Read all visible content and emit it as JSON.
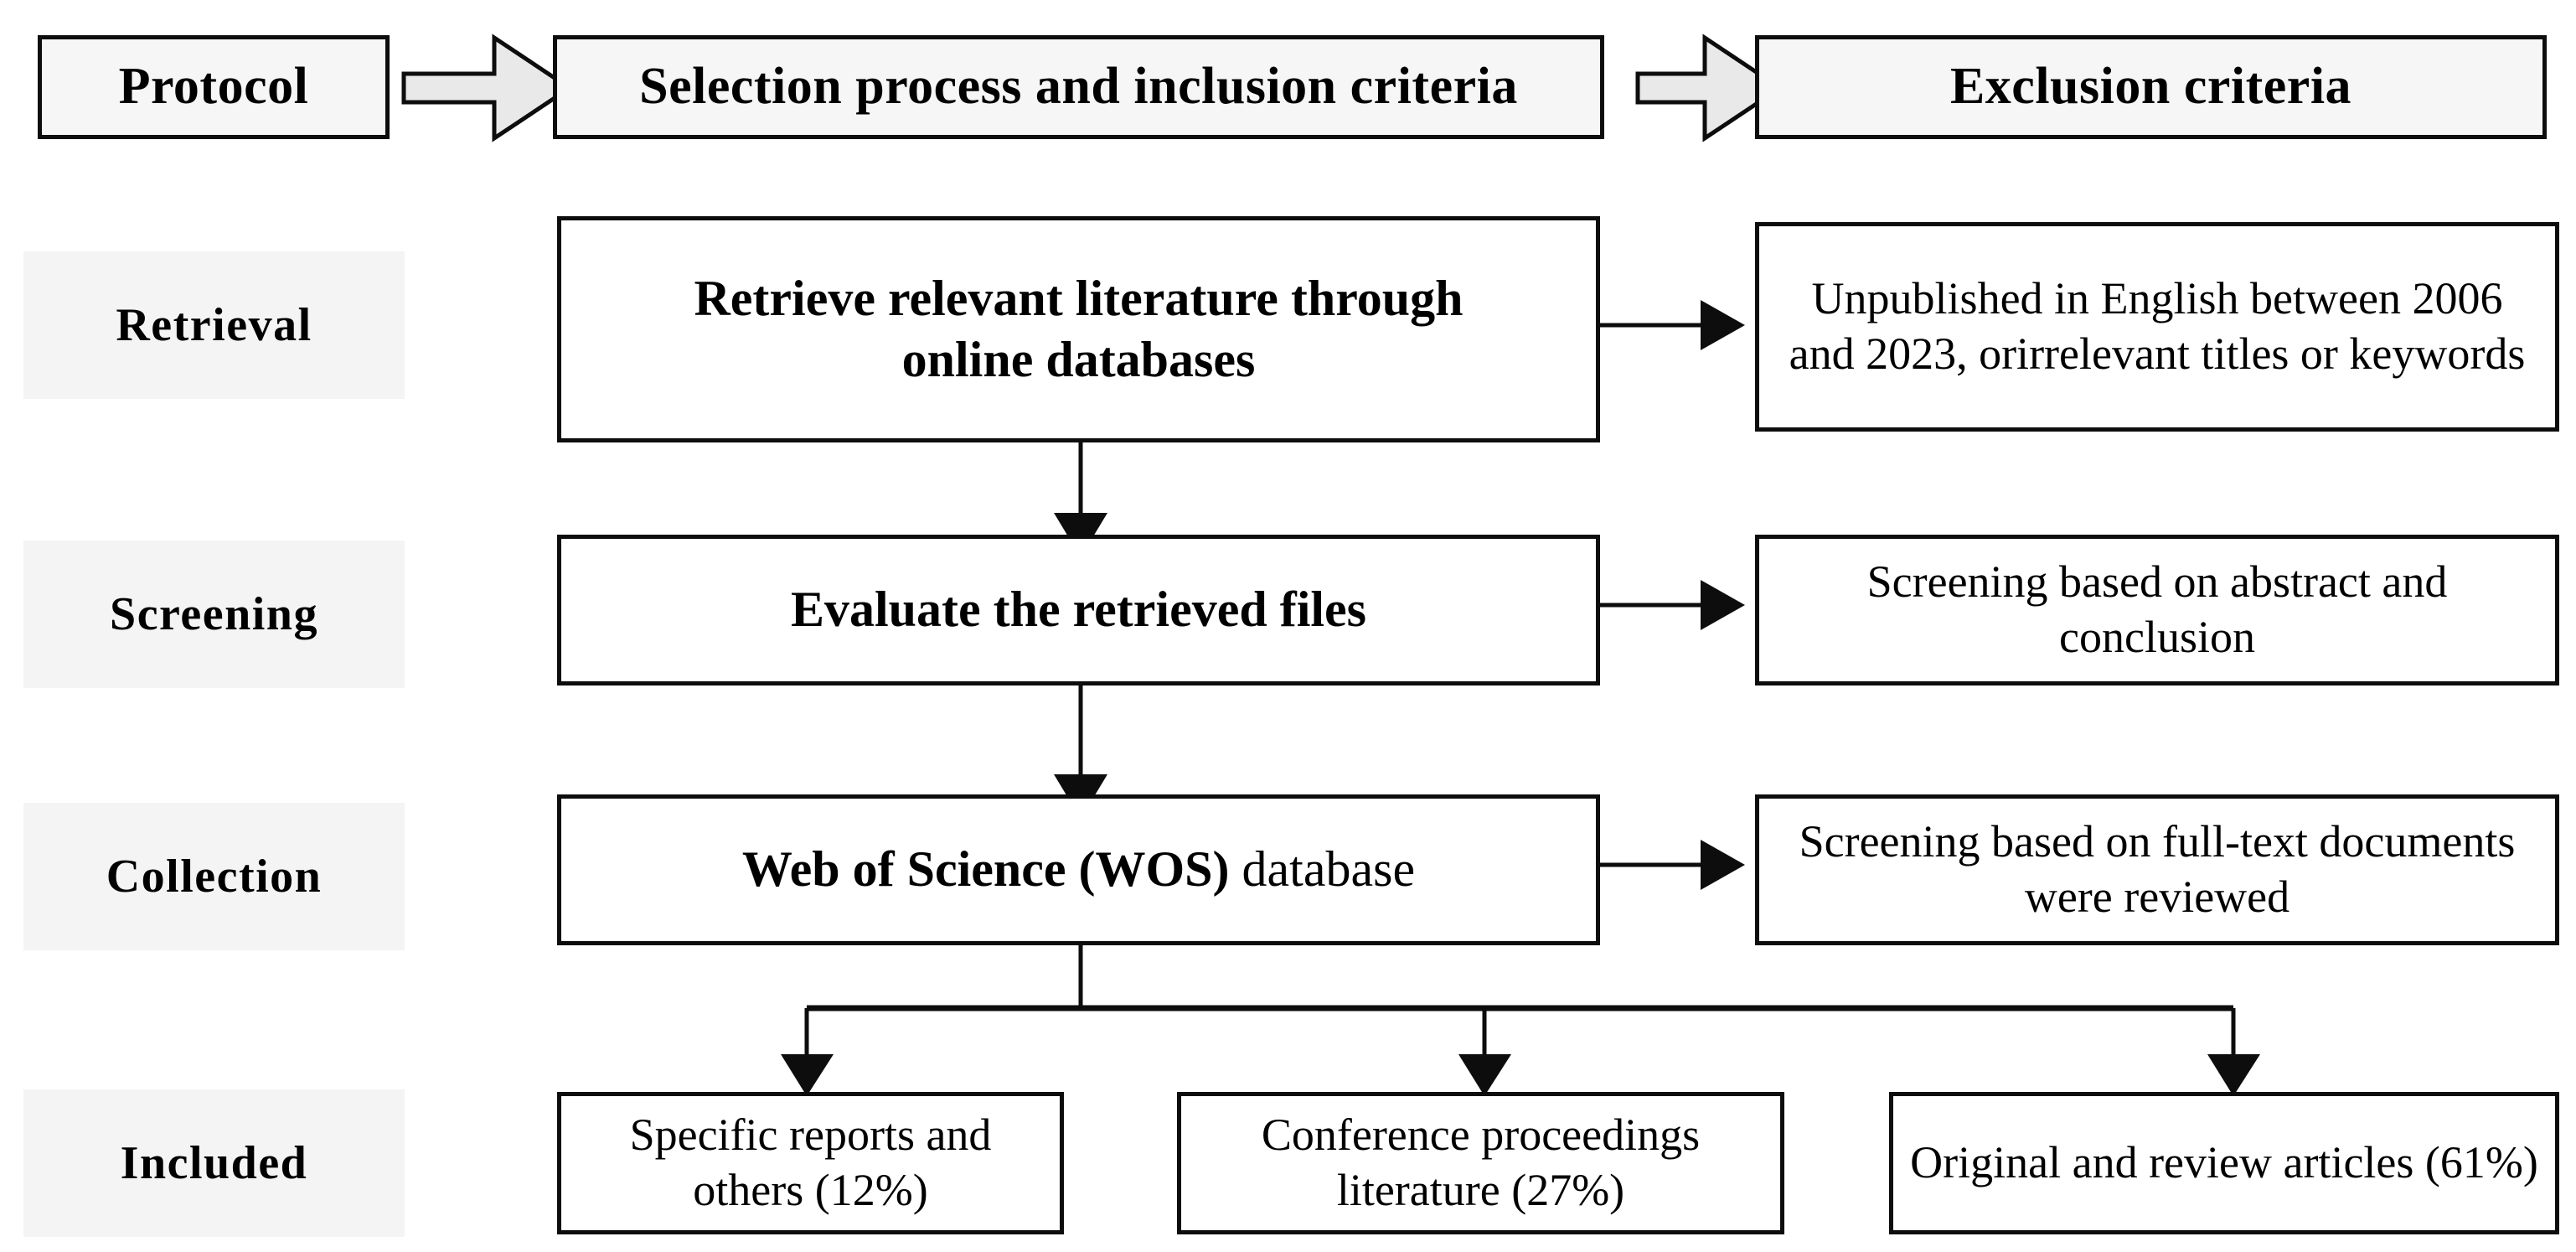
{
  "diagram": {
    "title": "Literature selection process flowchart",
    "colors": {
      "header_fill": "#f6f6f6",
      "stage_fill": "#f4f4f4",
      "box_fill": "#ffffff",
      "stroke": "#0d0d0d",
      "block_arrow_fill": "#e9e9e9"
    }
  },
  "header": {
    "columns": [
      {
        "label": "Protocol"
      },
      {
        "label": "Selection process and inclusion criteria"
      },
      {
        "label": "Exclusion criteria"
      }
    ],
    "connector_icons": [
      {
        "name": "block-arrow-right-icon"
      },
      {
        "name": "block-arrow-right-icon"
      }
    ]
  },
  "stages": [
    {
      "label": "Retrieval"
    },
    {
      "label": "Screening"
    },
    {
      "label": "Collection"
    },
    {
      "label": "Included"
    }
  ],
  "process": {
    "steps": [
      {
        "line1_bold": "Retrieve relevant literature through",
        "line2_bold": "online databases"
      },
      {
        "line1_bold": "Evaluate the retrieved files"
      },
      {
        "bold_part": "Web of Science (WOS)",
        "normal_part": " database"
      }
    ]
  },
  "exclusion": {
    "items": [
      {
        "text": "Unpublished in English between 2006 and 2023, orirrelevant titles or keywords"
      },
      {
        "text": "Screening based on abstract and conclusion"
      },
      {
        "text": "Screening based on full-text documents were reviewed"
      }
    ]
  },
  "included": {
    "items": [
      {
        "text": "Specific reports and others (12%)",
        "percent": "12%"
      },
      {
        "text": "Conference proceedings literature (27%)",
        "percent": "27%"
      },
      {
        "text": "Original and review articles (61%)",
        "percent": "61%"
      }
    ]
  },
  "connectors": {
    "down_arrows": [
      {
        "name": "arrow-down-retrieval-to-screening"
      },
      {
        "name": "arrow-down-screening-to-collection"
      },
      {
        "name": "arrow-down-collection-to-branch"
      },
      {
        "name": "arrow-down-branch-to-specific-reports"
      },
      {
        "name": "arrow-down-branch-to-conference"
      },
      {
        "name": "arrow-down-branch-to-original"
      }
    ],
    "right_arrows": [
      {
        "name": "arrow-right-retrieval-to-exclusion-1"
      },
      {
        "name": "arrow-right-screening-to-exclusion-2"
      },
      {
        "name": "arrow-right-collection-to-exclusion-3"
      }
    ]
  }
}
